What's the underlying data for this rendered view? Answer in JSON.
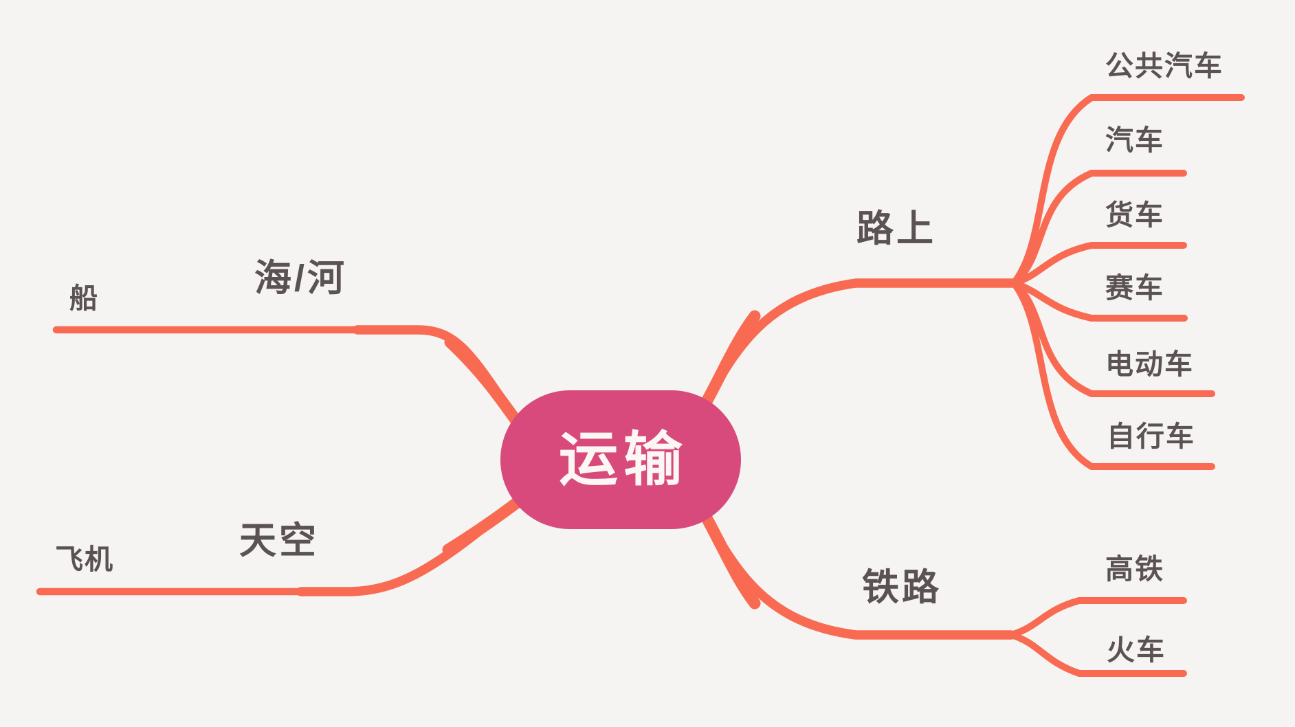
{
  "colors": {
    "background": "#F5F4F2",
    "branch_line": "#F96A52",
    "root_fill": "#D84A7B",
    "root_text": "#FCF7F4",
    "label_text": "#5B5253"
  },
  "mindmap": {
    "root": {
      "label": "运输"
    },
    "branches": [
      {
        "label": "路上",
        "children": [
          {
            "label": "公共汽车"
          },
          {
            "label": "汽车"
          },
          {
            "label": "货车"
          },
          {
            "label": "赛车"
          },
          {
            "label": "电动车"
          },
          {
            "label": "自行车"
          }
        ]
      },
      {
        "label": "铁路",
        "children": [
          {
            "label": "高铁"
          },
          {
            "label": "火车"
          }
        ]
      },
      {
        "label": "海/河",
        "children": [
          {
            "label": "船"
          }
        ]
      },
      {
        "label": "天空",
        "children": [
          {
            "label": "飞机"
          }
        ]
      }
    ]
  }
}
